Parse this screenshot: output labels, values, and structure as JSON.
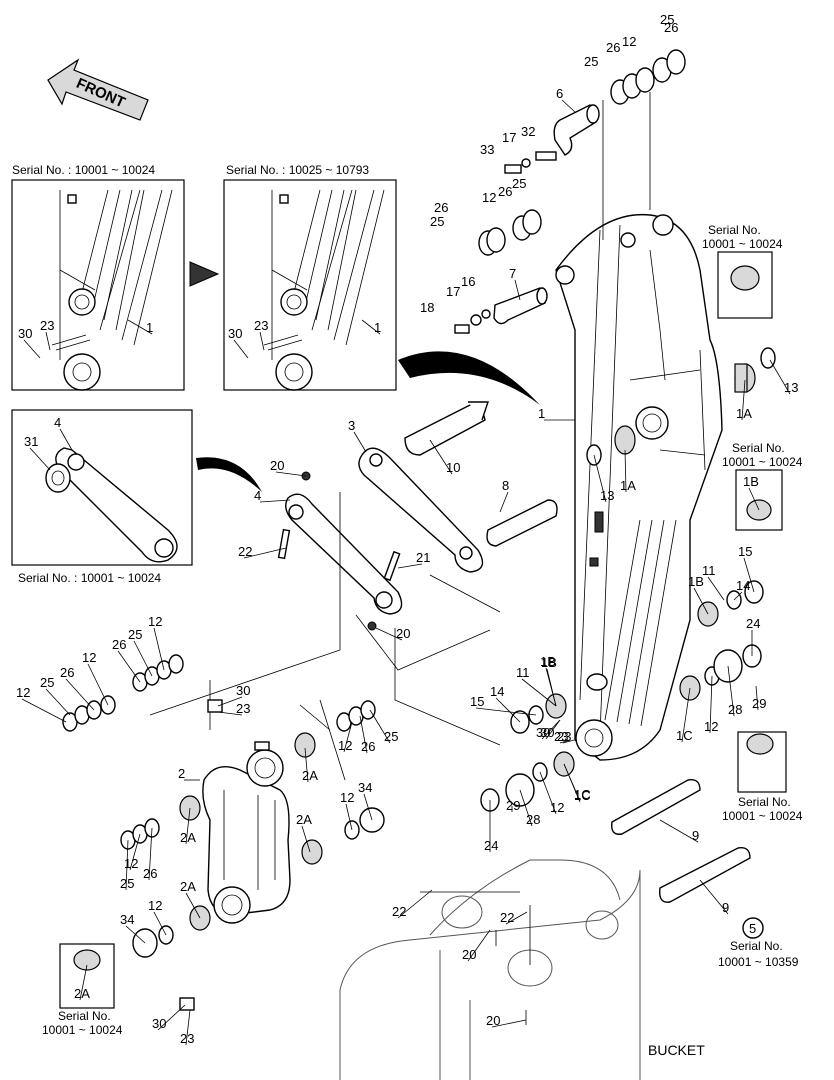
{
  "front_arrow": {
    "label": "FRONT"
  },
  "serial_captions": {
    "inset_left": "Serial No. : 10001 ~ 10024",
    "inset_right": "Serial No. : 10025 ~ 10793",
    "link_inset": "Serial No. : 10001 ~ 10024",
    "bush_1a": [
      "Serial No.",
      "10001 ~ 10024"
    ],
    "bush_1b": [
      "Serial No.",
      "10001 ~ 10024"
    ],
    "bush_1c": [
      "Serial No.",
      "10001 ~ 10024"
    ],
    "bush_2a": [
      "Serial No.",
      "10001 ~ 10024"
    ],
    "note_5": [
      "Serial No.",
      "10001 ~ 10359"
    ]
  },
  "bucket_label": "BUCKET",
  "note_marker": "5",
  "callouts": [
    "25",
    "26",
    "12",
    "26",
    "25",
    "6",
    "32",
    "17",
    "33",
    "12",
    "26",
    "25",
    "26",
    "25",
    "16",
    "17",
    "7",
    "18",
    "1A",
    "1A",
    "13",
    "13",
    "1",
    "1",
    "30",
    "23",
    "30",
    "23",
    "1",
    "4",
    "31",
    "3",
    "10",
    "8",
    "20",
    "4",
    "22",
    "21",
    "20",
    "1B",
    "1B",
    "15",
    "14",
    "11",
    "1B",
    "30",
    "23",
    "24",
    "28",
    "29",
    "12",
    "1C",
    "1C",
    "12",
    "25",
    "26",
    "12",
    "26",
    "25",
    "12",
    "30",
    "23",
    "2",
    "2A",
    "12",
    "26",
    "25",
    "2A",
    "12",
    "34",
    "2A",
    "12",
    "25",
    "26",
    "2A",
    "12",
    "34",
    "30",
    "23",
    "2A",
    "14",
    "15",
    "11",
    "1B",
    "30",
    "23",
    "1C",
    "12",
    "28",
    "29",
    "24",
    "9",
    "9",
    "22",
    "22",
    "20",
    "20"
  ]
}
